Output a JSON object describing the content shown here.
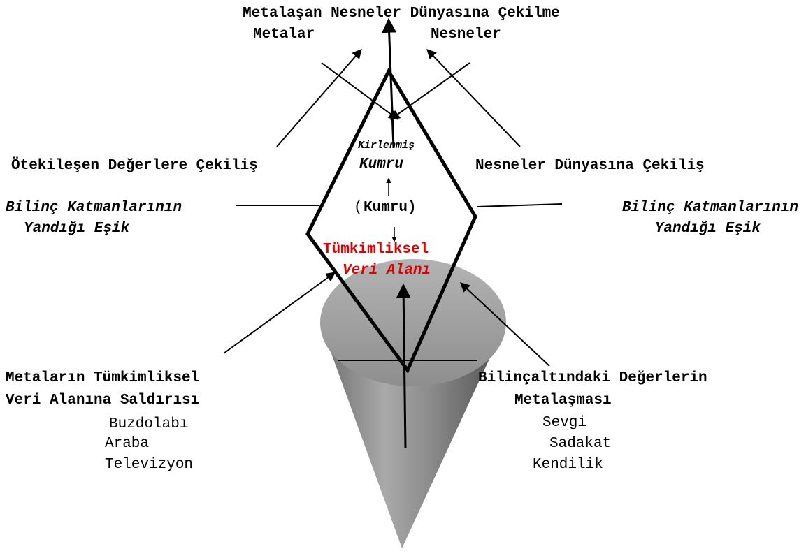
{
  "top": {
    "title": "Metalaşan Nesneler Dünyasına Çekilme",
    "left": "Metalar",
    "right": "Nesneler"
  },
  "left_upper": "Ötekileşen Değerlere Çekiliş",
  "right_upper": "Nesneler Dünyasına Çekiliş",
  "threshold_left": {
    "line1": "Bilinç Katmanlarının",
    "line2": "Yandığı Eşik"
  },
  "threshold_right": {
    "line1": "Bilinç Katmanlarının",
    "line2": "Yandığı Eşik"
  },
  "center": {
    "dirty": "Kirlenmiş",
    "kumru": "Kumru",
    "paren_open": "(",
    "kumru_paren": "Kumru)",
    "identity_line1": "Tümkimliksel",
    "identity_line2": "Veri Alanı"
  },
  "bottom_left": {
    "line1": "Metaların Tümkimliksel",
    "line2": "Veri Alanına Saldırısı",
    "items": [
      "Buzdolabı",
      "Araba",
      "Televizyon"
    ]
  },
  "bottom_right": {
    "line1": "Bilinçaltındaki Değerlerin",
    "line2": "Metalaşması",
    "items": [
      "Sevgi",
      "Sadakat",
      "Kendilik"
    ]
  },
  "colors": {
    "identity_text": "#e00000",
    "cone_light": "#b8b8b8",
    "cone_dark": "#5a5a5a"
  }
}
